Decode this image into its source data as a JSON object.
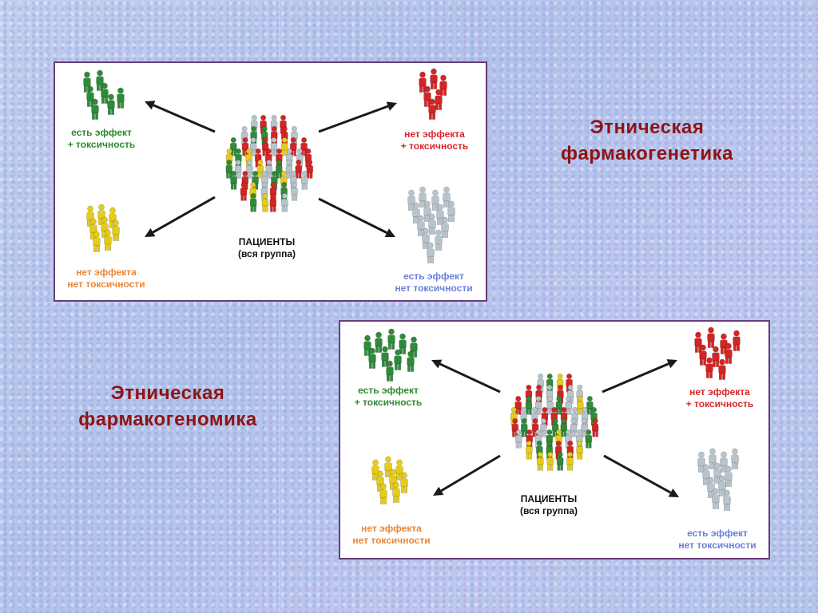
{
  "titles": {
    "top": {
      "line1": "Этническая",
      "line2": "фармакогенетика"
    },
    "bottom": {
      "line1": "Этническая",
      "line2": "фармакогеномика"
    }
  },
  "diagram": {
    "center": {
      "line1": "ПАЦИЕНТЫ",
      "line2": "(вся группа)"
    },
    "groups": {
      "top_left": {
        "line1": "есть эффект",
        "line2": "+ токсичность",
        "color": "#2f8a2f"
      },
      "top_right": {
        "line1": "нет эффекта",
        "line2": "+ токсичность",
        "color": "#d8262a"
      },
      "bottom_left": {
        "line1": "нет эффекта",
        "line2": "нет токсичности",
        "color": "#e8863a"
      },
      "bottom_right": {
        "line1": "есть эффект",
        "line2": "нет токсичности",
        "color": "#6b7fd6"
      }
    },
    "figure_colors": {
      "green": "#2e8b3a",
      "red": "#d42424",
      "yellow": "#e6cc1a",
      "grey": "#b8c4cc"
    }
  }
}
